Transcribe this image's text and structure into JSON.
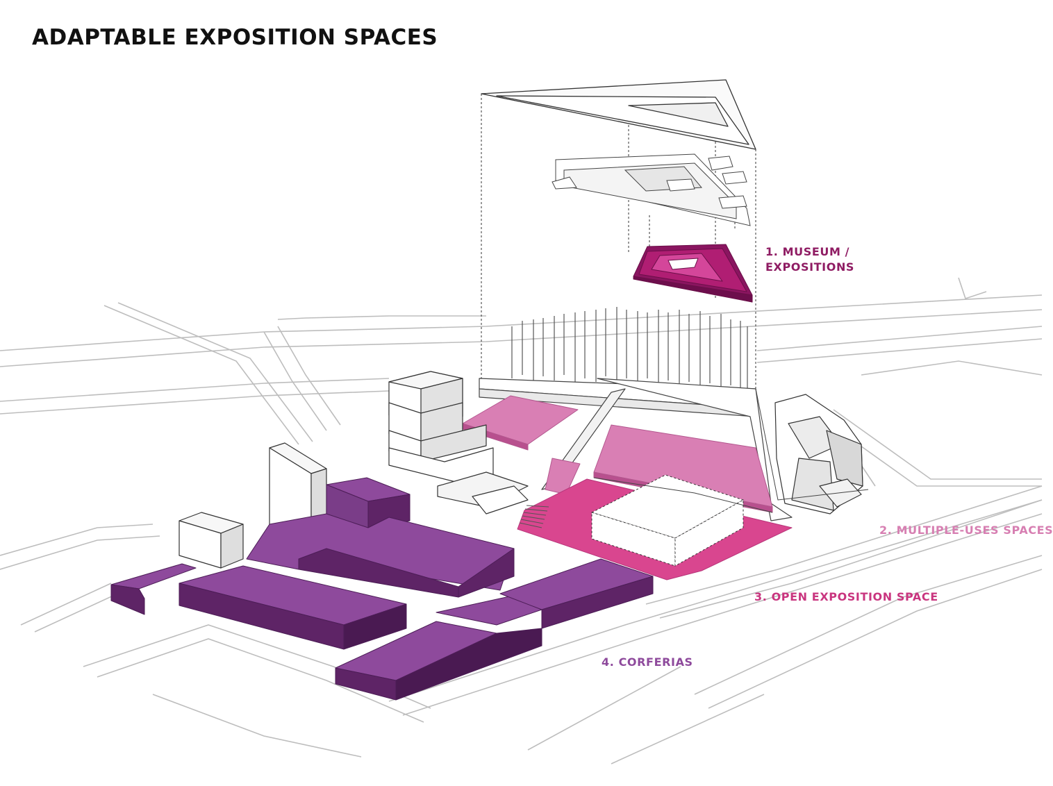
{
  "title": "ADAPTABLE EXPOSITION SPACES",
  "labels": {
    "museum_line1": "1. MUSEUM /",
    "museum_line2": "EXPOSITIONS",
    "multiple_uses": "2. MULTIPLE-USES SPACES",
    "open_exposition": "3. OPEN EXPOSITION SPACE",
    "corferias": "4. CORFERIAS"
  },
  "colors": {
    "museum": "#b01e73",
    "museum_dark": "#8a1560",
    "multiple_uses": "#d97fb4",
    "open_exposition": "#d9468f",
    "corferias": "#8e4a9c",
    "corferias_dark": "#5e2466",
    "label_museum": "#8f1c63",
    "label_multiple": "#d77fb2",
    "label_open": "#c9357f",
    "label_corferias": "#8e4a9c",
    "lines": "#9a9a9a"
  }
}
